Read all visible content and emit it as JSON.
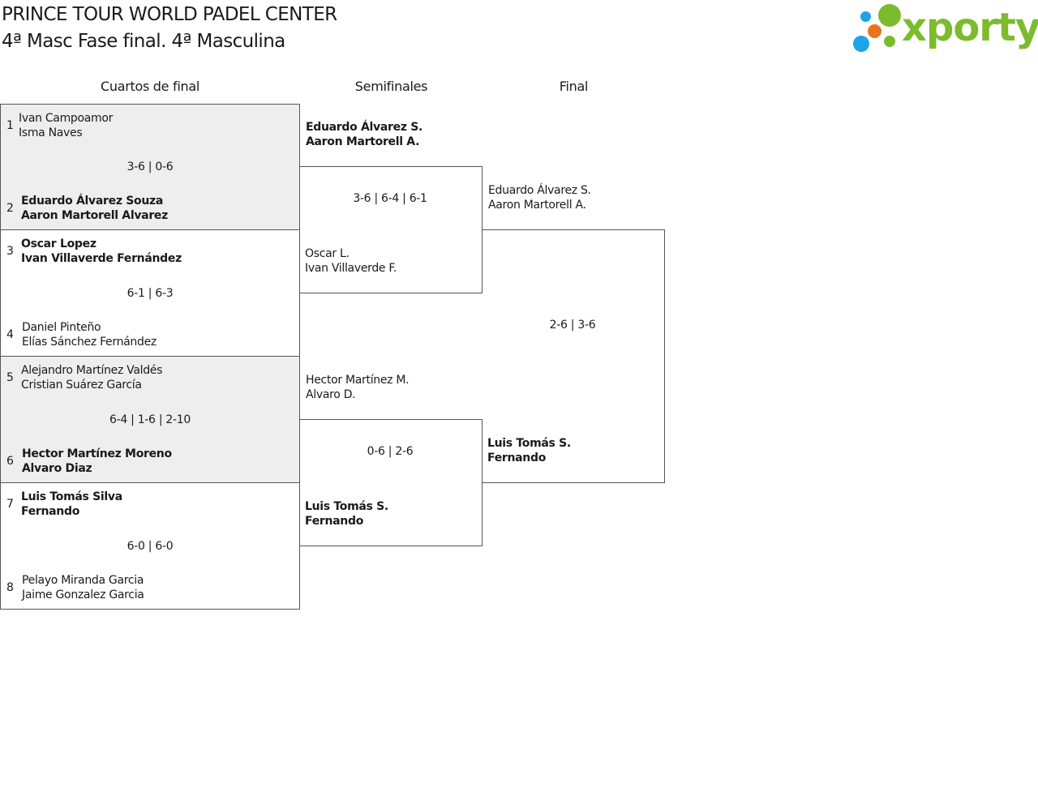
{
  "header": {
    "title": "PRINCE TOUR WORLD PADEL CENTER",
    "subtitle": "4ª Masc Fase final. 4ª Masculina"
  },
  "logo": {
    "text": "xporty",
    "colors": {
      "green": "#7dbb2e",
      "orange": "#e8731f",
      "blue": "#1ea3e6"
    }
  },
  "rounds": {
    "quarterfinals": "Cuartos de final",
    "semifinals": "Semifinales",
    "final": "Final"
  },
  "quarterfinals": [
    {
      "top": {
        "seed": "1",
        "player1": "Ivan Campoamor",
        "player2": "Isma Naves",
        "winner": false
      },
      "bottom": {
        "seed": "2",
        "player1": "Eduardo Álvarez Souza",
        "player2": "Aaron Martorell Alvarez",
        "winner": true
      },
      "score": "3-6 | 0-6"
    },
    {
      "top": {
        "seed": "3",
        "player1": "Oscar Lopez",
        "player2": "Ivan Villaverde Fernández",
        "winner": true
      },
      "bottom": {
        "seed": "4",
        "player1": "Daniel Pinteño",
        "player2": "Elías Sánchez Fernández",
        "winner": false
      },
      "score": "6-1 | 6-3"
    },
    {
      "top": {
        "seed": "5",
        "player1": "Alejandro Martínez Valdés",
        "player2": "Cristian Suárez García",
        "winner": false
      },
      "bottom": {
        "seed": "6",
        "player1": "Hector Martínez Moreno",
        "player2": "Alvaro Diaz",
        "winner": true
      },
      "score": "6-4 | 1-6 | 2-10"
    },
    {
      "top": {
        "seed": "7",
        "player1": "Luis Tomás Silva",
        "player2": "Fernando",
        "winner": true
      },
      "bottom": {
        "seed": "8",
        "player1": "Pelayo Miranda Garcia",
        "player2": "Jaime Gonzalez Garcia",
        "winner": false
      },
      "score": "6-0 | 6-0"
    }
  ],
  "semifinals": [
    {
      "top": {
        "player1": "Eduardo Álvarez S.",
        "player2": "Aaron Martorell A.",
        "winner": true
      },
      "bottom": {
        "player1": "Oscar L.",
        "player2": "Ivan Villaverde F.",
        "winner": false
      },
      "score": "3-6 | 6-4 | 6-1"
    },
    {
      "top": {
        "player1": "Hector Martínez M.",
        "player2": "Alvaro D.",
        "winner": false
      },
      "bottom": {
        "player1": "Luis Tomás S.",
        "player2": "Fernando",
        "winner": true
      },
      "score": "0-6 | 2-6"
    }
  ],
  "final": {
    "top": {
      "player1": "Eduardo Álvarez S.",
      "player2": "Aaron Martorell A.",
      "winner": false
    },
    "bottom": {
      "player1": "Luis Tomás S.",
      "player2": "Fernando",
      "winner": true
    },
    "score": "2-6 | 3-6"
  }
}
